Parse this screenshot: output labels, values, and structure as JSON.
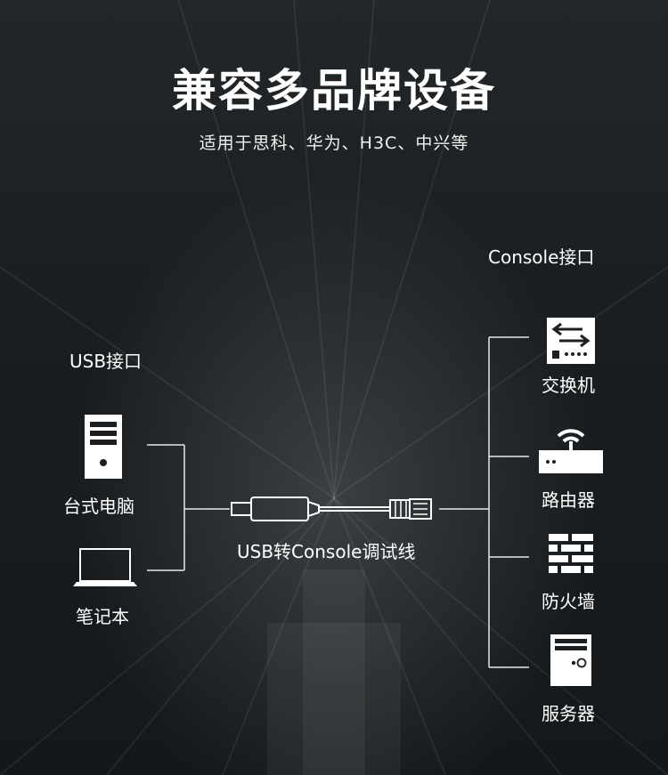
{
  "title": "兼容多品牌设备",
  "subtitle": "适用于思科、华为、H3C、中兴等",
  "left_group": {
    "port_label": "USB接口",
    "devices": [
      {
        "label": "台式电脑",
        "icon": "desktop-tower-icon"
      },
      {
        "label": "笔记本",
        "icon": "laptop-icon"
      }
    ]
  },
  "cable": {
    "label": "USB转Console调试线",
    "icon": "usb-to-rj45-cable-icon"
  },
  "right_group": {
    "port_label": "Console接口",
    "devices": [
      {
        "label": "交换机",
        "icon": "switch-icon"
      },
      {
        "label": "路由器",
        "icon": "router-icon"
      },
      {
        "label": "防火墙",
        "icon": "firewall-icon"
      },
      {
        "label": "服务器",
        "icon": "server-icon"
      }
    ]
  },
  "colors": {
    "background": "#1b1f21",
    "foreground": "#ffffff"
  }
}
